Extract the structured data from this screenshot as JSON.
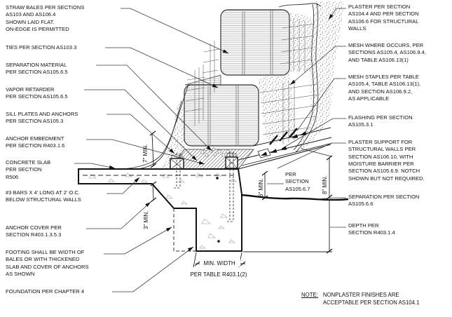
{
  "figure": {
    "title": "straw-bale-wall-foundation-detail",
    "labels_left": [
      {
        "id": "straw-bales",
        "text": "STRAW BALES PER SECTIONS\nAS103 AND AS106.4\nSHOWN LAID FLAT.\nON-EDGE IS PERMITTED"
      },
      {
        "id": "ties",
        "text": "TIES PER SECTION AS103.3"
      },
      {
        "id": "separation-material",
        "text": "SEPARATION MATERIAL\nPER SECTION AS105.6.5"
      },
      {
        "id": "vapor-retarder",
        "text": "VAPOR RETARDER\nPER SECTION AS105.6.5"
      },
      {
        "id": "sill-plates",
        "text": "SILL PLATES AND ANCHORS\nPER SECTION AS105.3"
      },
      {
        "id": "anchor-embedment",
        "text": "ANCHOR EMBEDMENT\nPER SECTION R403.1.6"
      },
      {
        "id": "concrete-slab",
        "text": "CONCRETE SLAB\nPER SECTION\nR506"
      },
      {
        "id": "rebar",
        "text": "#3 BARS X 4' LONG AT 2' O.C.\nBELOW STRUCTURAL WALLS"
      },
      {
        "id": "anchor-cover",
        "text": "ANCHOR COVER PER\nSECTION R403.1.3.5.3"
      },
      {
        "id": "footing",
        "text": "FOOTING SHALL BE WIDTH OF\nBALES OR WITH THICKENED\nSLAB AND COVER OF ANCHORS\nAS SHOWN"
      },
      {
        "id": "foundation",
        "text": "FOUNDATION PER CHAPTER 4"
      }
    ],
    "labels_right": [
      {
        "id": "plaster",
        "text": "PLASTER PER SECTION\nAS104.4 AND PER SECTION\nAS106.6 FOR STRUCTURAL\nWALLS"
      },
      {
        "id": "mesh",
        "text": "MESH WHERE OCCURS, PER\nSECTIONS AS105.4, AS106.9.4,\nAND TABLE AS106.13(1)"
      },
      {
        "id": "mesh-staples",
        "text": "MESH STAPLES PER TABLE\nAS105.4, TABLE AS106.13(1),\nAND SECTION AS106.9.2,\nAS APPLICABLE"
      },
      {
        "id": "flashing",
        "text": "FLASHING PER SECTION\nAS105.3.1"
      },
      {
        "id": "plaster-support",
        "text": "PLASTER SUPPORT FOR\nSTRUCTURAL WALLS PER\nSECTION AS106.10, WITH\nMOISTURE BARRIER PER\nSECTION AS105.6.9. NOTCH\nSHOWN BUT NOT REQUIRED."
      },
      {
        "id": "per-section-as105-6-7",
        "text": "PER\nSECTION\nAS105.6.7"
      },
      {
        "id": "separation",
        "text": "SEPARATION PER SECTION\nAS105.6.6"
      },
      {
        "id": "depth",
        "text": "DEPTH PER\nSECTION R403.1.4"
      }
    ],
    "dimensions": {
      "d7": "7\" MIN.",
      "d3": "3\" MIN.",
      "d6": "6\" MIN.",
      "d8": "8\" MIN.",
      "min_width": "MIN. WIDTH",
      "min_width_sub": "PER TABLE R403.1(2)"
    },
    "note": {
      "prefix": "NOTE:",
      "text": "NONPLASTER FINISHES ARE\nACCEPTABLE PER SECTION AS104.1"
    },
    "colors": {
      "background": "#ffffff",
      "line": "#1a1a1a",
      "leader": "#3a3a3a",
      "bale_hatch": "#9a9a9a",
      "plaster_stipple": "#4a4a4a",
      "concrete_accent": "#b5b5b5"
    }
  }
}
